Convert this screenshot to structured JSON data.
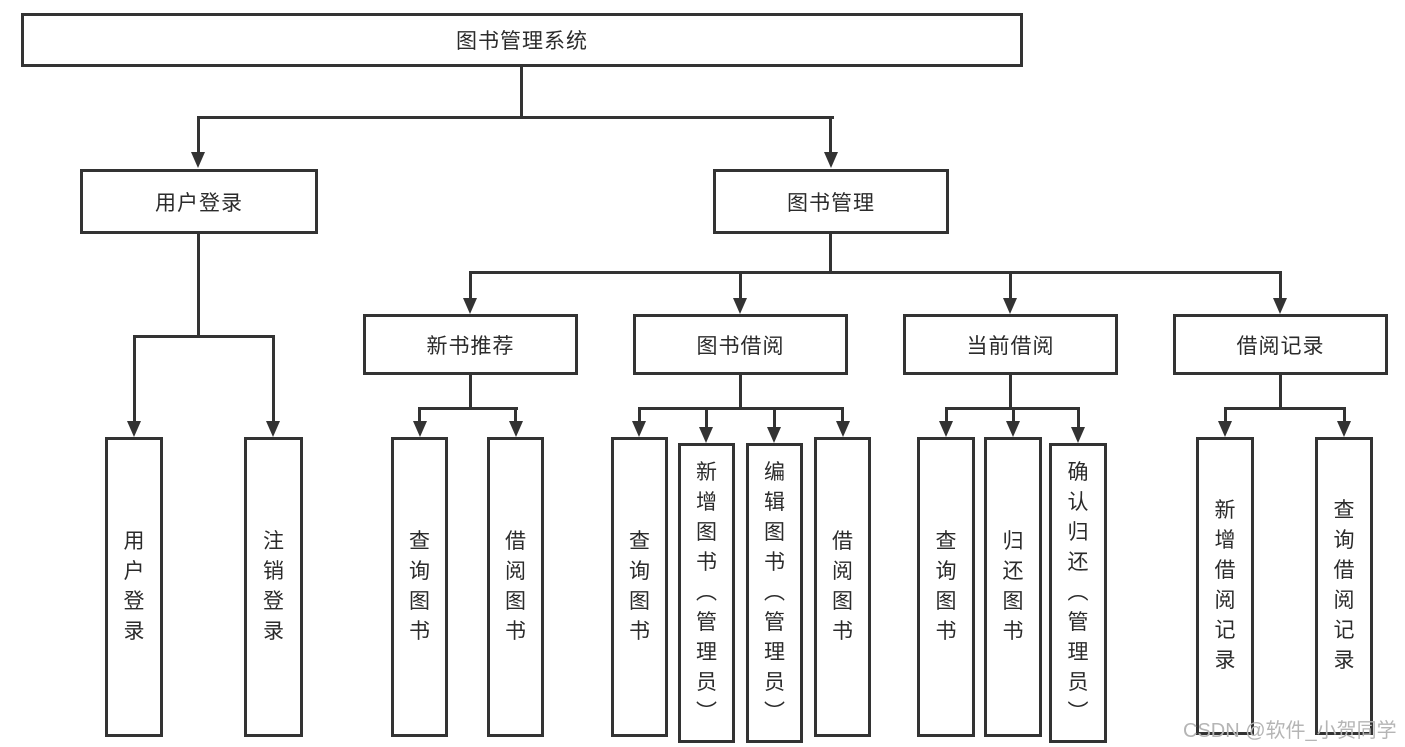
{
  "diagram": {
    "root": {
      "label": "图书管理系统"
    },
    "level2": {
      "user_login": {
        "label": "用户登录"
      },
      "book_management": {
        "label": "图书管理"
      }
    },
    "user_login_children": {
      "login": {
        "label": "用户登录"
      },
      "logout": {
        "label": "注销登录"
      }
    },
    "level3": {
      "new_book_recommendation": {
        "label": "新书推荐"
      },
      "book_borrowing": {
        "label": "图书借阅"
      },
      "current_borrowing": {
        "label": "当前借阅"
      },
      "borrowing_records": {
        "label": "借阅记录"
      }
    },
    "new_book_children": {
      "query_books": {
        "label": "查询图书"
      },
      "borrow_books": {
        "label": "借阅图书"
      }
    },
    "borrowing_children": {
      "query_books": {
        "label": "查询图书"
      },
      "add_books_admin": {
        "label": "新增图书（管理员）"
      },
      "edit_books_admin": {
        "label": "编辑图书（管理员）"
      },
      "borrow_books": {
        "label": "借阅图书"
      }
    },
    "current_children": {
      "query_books": {
        "label": "查询图书"
      },
      "return_books": {
        "label": "归还图书"
      },
      "confirm_return_admin": {
        "label": "确认归还（管理员）"
      }
    },
    "records_children": {
      "add_record": {
        "label": "新增借阅记录"
      },
      "query_record": {
        "label": "查询借阅记录"
      }
    },
    "watermark": "CSDN @软件_小贺同学",
    "colors": {
      "line": "#333333",
      "text": "#2b2b2b",
      "watermark": "#b5b5b5"
    }
  }
}
